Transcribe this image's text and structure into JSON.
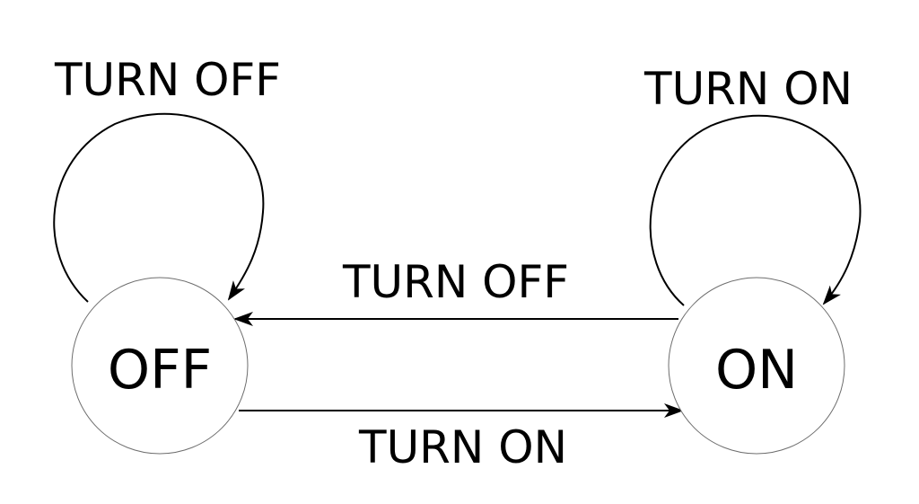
{
  "states": {
    "off": {
      "label": "OFF"
    },
    "on": {
      "label": "ON"
    }
  },
  "transitions": {
    "off_self_loop": {
      "label": "TURN OFF"
    },
    "on_self_loop": {
      "label": "TURN ON"
    },
    "on_to_off": {
      "label": "TURN OFF"
    },
    "off_to_on": {
      "label": "TURN ON"
    }
  },
  "colors": {
    "stroke": "#000000",
    "circle_outline": "#6e6e6e",
    "background": "#ffffff"
  }
}
